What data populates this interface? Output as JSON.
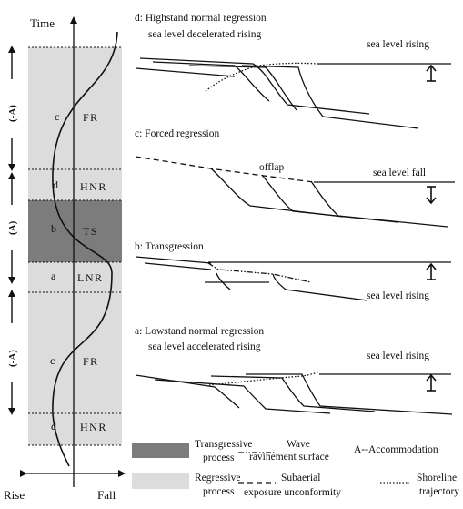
{
  "axis": {
    "time": "Time",
    "rise": "Rise",
    "fall": "Fall"
  },
  "column": {
    "segments": [
      {
        "letter": "c",
        "code": "FR",
        "shade": "#dcdcdc"
      },
      {
        "letter": "d",
        "code": "HNR",
        "shade": "#dcdcdc"
      },
      {
        "letter": "b",
        "code": "TS",
        "shade": "#7c7c7c"
      },
      {
        "letter": "a",
        "code": "LNR",
        "shade": "#dcdcdc"
      },
      {
        "letter": "c",
        "code": "FR",
        "shade": "#dcdcdc"
      },
      {
        "letter": "d",
        "code": "HNR",
        "shade": "#dcdcdc"
      }
    ],
    "accommodation": [
      "(-A)",
      "(A)",
      "(-A)"
    ]
  },
  "panels": {
    "d": {
      "title_line1": "d: Highstand normal regression",
      "title_line2": "sea level decelerated rising",
      "sea_level": "sea level rising"
    },
    "c": {
      "title_line1": "c: Forced regression",
      "note": "offlap",
      "sea_level": "sea level fall"
    },
    "b": {
      "title_line1": "b: Transgression",
      "sea_level": "sea level rising"
    },
    "a": {
      "title_line1": "a: Lowstand normal regression",
      "title_line2": "sea level accelerated rising",
      "sea_level": "sea level rising"
    }
  },
  "legend": {
    "transgressive_1": "Transgressive",
    "transgressive_2": "process",
    "regressive_1": "Regressive",
    "regressive_2": "process",
    "wave_1": "Wave",
    "wave_2": "ravinement surface",
    "subaerial_1": "Subaerial",
    "subaerial_2": "exposure unconformity",
    "accommodation": "A--Accommodation",
    "shoreline_1": "Shoreline",
    "shoreline_2": "trajectory"
  },
  "colors": {
    "regressive": "#dcdcdc",
    "transgressive": "#7c7c7c",
    "line": "#111111"
  }
}
